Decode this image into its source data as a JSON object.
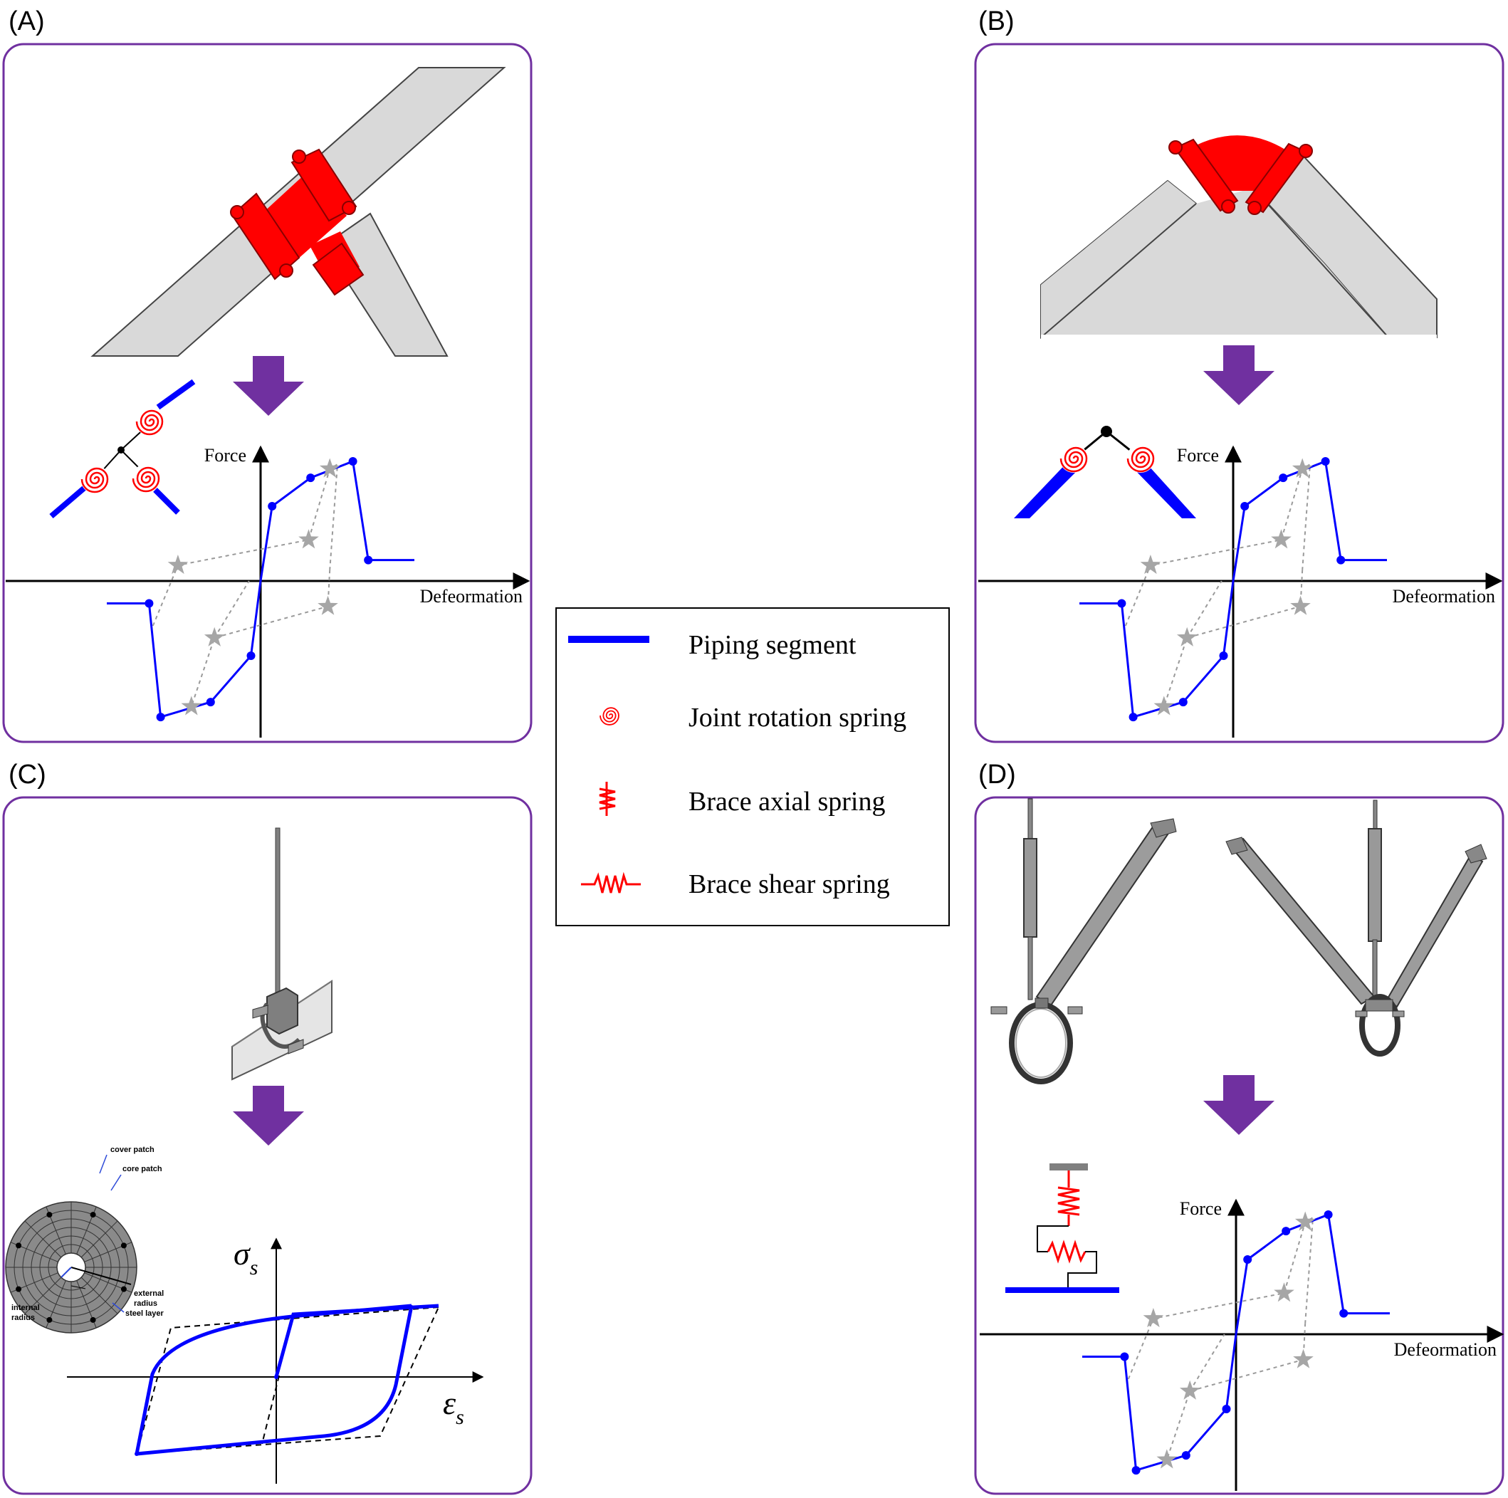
{
  "panels": [
    {
      "id": "A",
      "label": "(A)"
    },
    {
      "id": "B",
      "label": "(B)"
    },
    {
      "id": "C",
      "label": "(C)"
    },
    {
      "id": "D",
      "label": "(D)"
    }
  ],
  "hysteresis": {
    "ylabel": "Force",
    "xlabel": "Defeormation",
    "backbone_points": [
      {
        "d": -8.0,
        "f": -0.3
      },
      {
        "d": -5.8,
        "f": -0.3
      },
      {
        "d": -5.2,
        "f": -1.82
      },
      {
        "d": -2.6,
        "f": -1.62
      },
      {
        "d": -0.5,
        "f": -1.0
      },
      {
        "d": 0.0,
        "f": 0.0
      },
      {
        "d": 0.6,
        "f": 1.0
      },
      {
        "d": 2.6,
        "f": 1.38
      },
      {
        "d": 4.8,
        "f": 1.6
      },
      {
        "d": 5.6,
        "f": 0.28
      },
      {
        "d": 8.0,
        "f": 0.28
      }
    ],
    "cycle_star_points": [
      {
        "d": -4.3,
        "f": 0.21
      },
      {
        "d": 2.5,
        "f": 0.55
      },
      {
        "d": 3.6,
        "f": 1.5
      },
      {
        "d": 3.5,
        "f": -0.34
      },
      {
        "d": -2.4,
        "f": -0.76
      },
      {
        "d": -3.6,
        "f": -1.68
      }
    ]
  },
  "stress_strain": {
    "ylabel": "σ",
    "ylabel_sub": "s",
    "xlabel": "ε",
    "xlabel_sub": "s"
  },
  "fiber_section": {
    "labels": {
      "cover_patch": "cover patch",
      "core_patch": "core patch",
      "external_radius_1": "external",
      "external_radius_2": "radius",
      "internal_radius_1": "internal",
      "internal_radius_2": "radius",
      "steel_layer": "steel layer"
    }
  },
  "legend": {
    "items": [
      {
        "icon": "piping-segment-icon",
        "label": "Piping segment"
      },
      {
        "icon": "joint-rotation-spring-icon",
        "label": "Joint rotation spring"
      },
      {
        "icon": "brace-axial-spring-icon",
        "label": "Brace axial spring"
      },
      {
        "icon": "brace-shear-spring-icon",
        "label": "Brace shear spring"
      }
    ]
  },
  "colors": {
    "panel_border": "#7030a0",
    "arrow": "#7030a0",
    "piping": "#0000ff",
    "spring": "#ff0000",
    "fitting": "#ff0000",
    "pipe_fill": "#d9d9d9",
    "star": "#a6a6a6",
    "cycle_line": "#9a9a9a"
  }
}
